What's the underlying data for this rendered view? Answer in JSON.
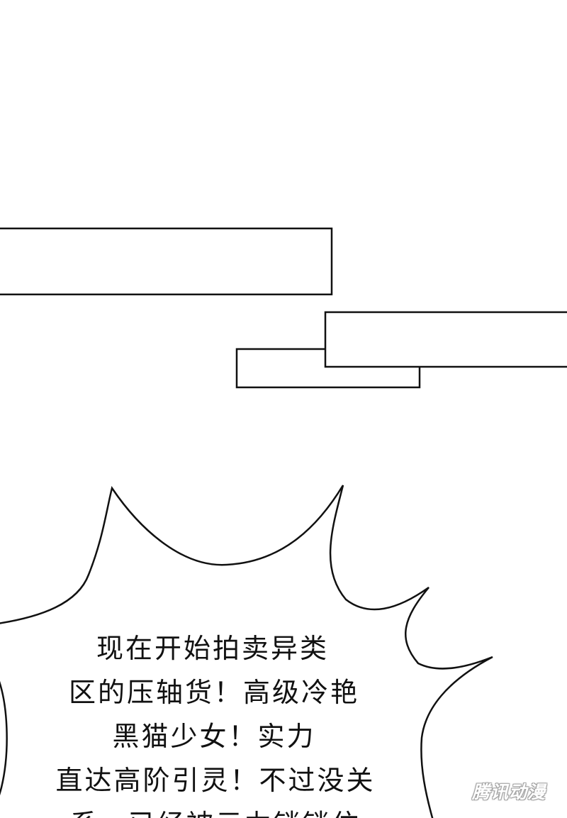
{
  "speech_bubble": {
    "lines": [
      "现在开始拍卖异类",
      "区的压轴货！高级冷艳",
      "黑猫少女！实力",
      "直达高阶引灵！不过没关",
      "系，已经被元力锁锁住"
    ]
  },
  "watermark": {
    "text": "腾讯动漫"
  },
  "colors": {
    "ink": "#111111",
    "background": "#ffffff",
    "watermark_outline": "#9a9a9a"
  }
}
